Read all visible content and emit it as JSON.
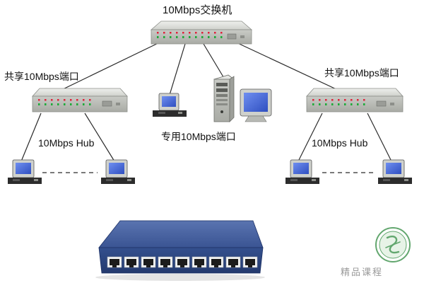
{
  "labels": {
    "main_switch": "10Mbps交换机",
    "shared_port_left": "共享10Mbps端口",
    "shared_port_right": "共享10Mbps端口",
    "dedicated_port": "专用10Mbps端口",
    "hub_left": "10Mbps Hub",
    "hub_right": "10Mbps Hub"
  },
  "watermark": {
    "text": "精品课程"
  },
  "colors": {
    "device_body": "#d4d6d2",
    "link_line": "#2a2a2a",
    "led_red": "#e0203a",
    "led_green": "#1faa3a",
    "photo_switch_blue": "#2f4a86",
    "monitor_screen": "#4f6fdc",
    "watermark_green": "#2f8a3f"
  }
}
